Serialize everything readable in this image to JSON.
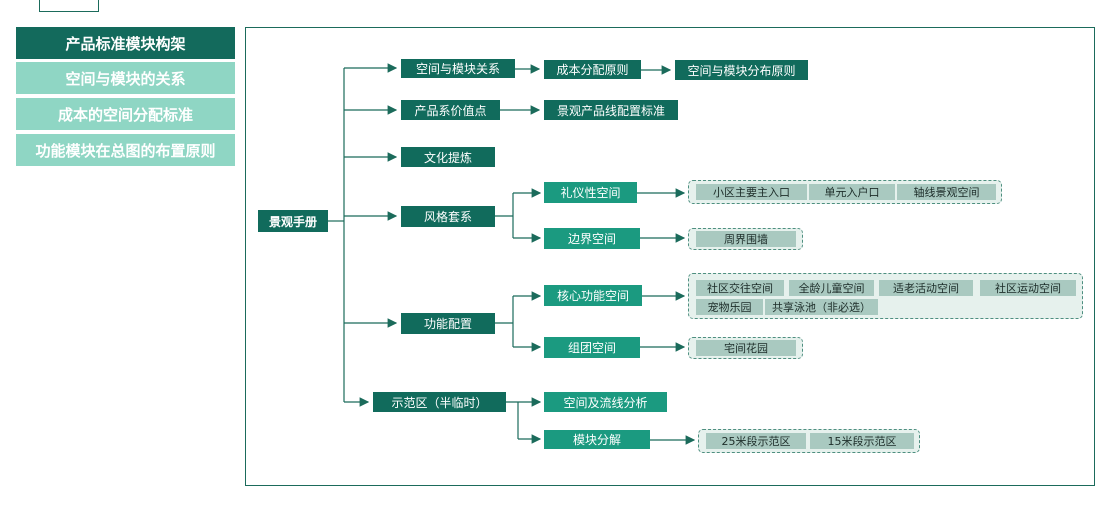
{
  "sidebar": {
    "tabs": [
      {
        "label": "产品标准模块构架",
        "active": true
      },
      {
        "label": "空间与模块的关系",
        "active": false
      },
      {
        "label": "成本的空间分配标准",
        "active": false
      },
      {
        "label": "功能模块在总图的布置原则",
        "active": false
      }
    ]
  },
  "diagram": {
    "root": "景观手册",
    "level1": {
      "space_module_relation": "空间与模块关系",
      "product_value_point": "产品系价值点",
      "culture_refine": "文化提炼",
      "style_system": "风格套系",
      "function_config": "功能配置",
      "demo_area": "示范区（半临时）"
    },
    "level2": {
      "cost_allocation": "成本分配原则",
      "space_module_distribution": "空间与模块分布原则",
      "landscape_product_line": "景观产品线配置标准",
      "ceremonial_space": "礼仪性空间",
      "boundary_space": "边界空间",
      "core_function_space": "核心功能空间",
      "cluster_space": "组团空间",
      "space_flow_analysis": "空间及流线分析",
      "module_breakdown": "模块分解"
    },
    "groups": {
      "ceremonial": [
        "小区主要主入口",
        "单元入户口",
        "轴线景观空间"
      ],
      "boundary": [
        "周界围墙"
      ],
      "core": [
        "社区交往空间",
        "全龄儿童空间",
        "适老活动空间",
        "社区运动空间",
        "宠物乐园",
        "共享泳池（非必选）"
      ],
      "cluster": [
        "宅间花园"
      ],
      "module": [
        "25米段示范区",
        "15米段示范区"
      ]
    },
    "colors": {
      "dark": "#116b5c",
      "mid": "#1b9a80",
      "chip": "#a9c9c0",
      "tab_inactive": "#8fd6c4"
    }
  }
}
